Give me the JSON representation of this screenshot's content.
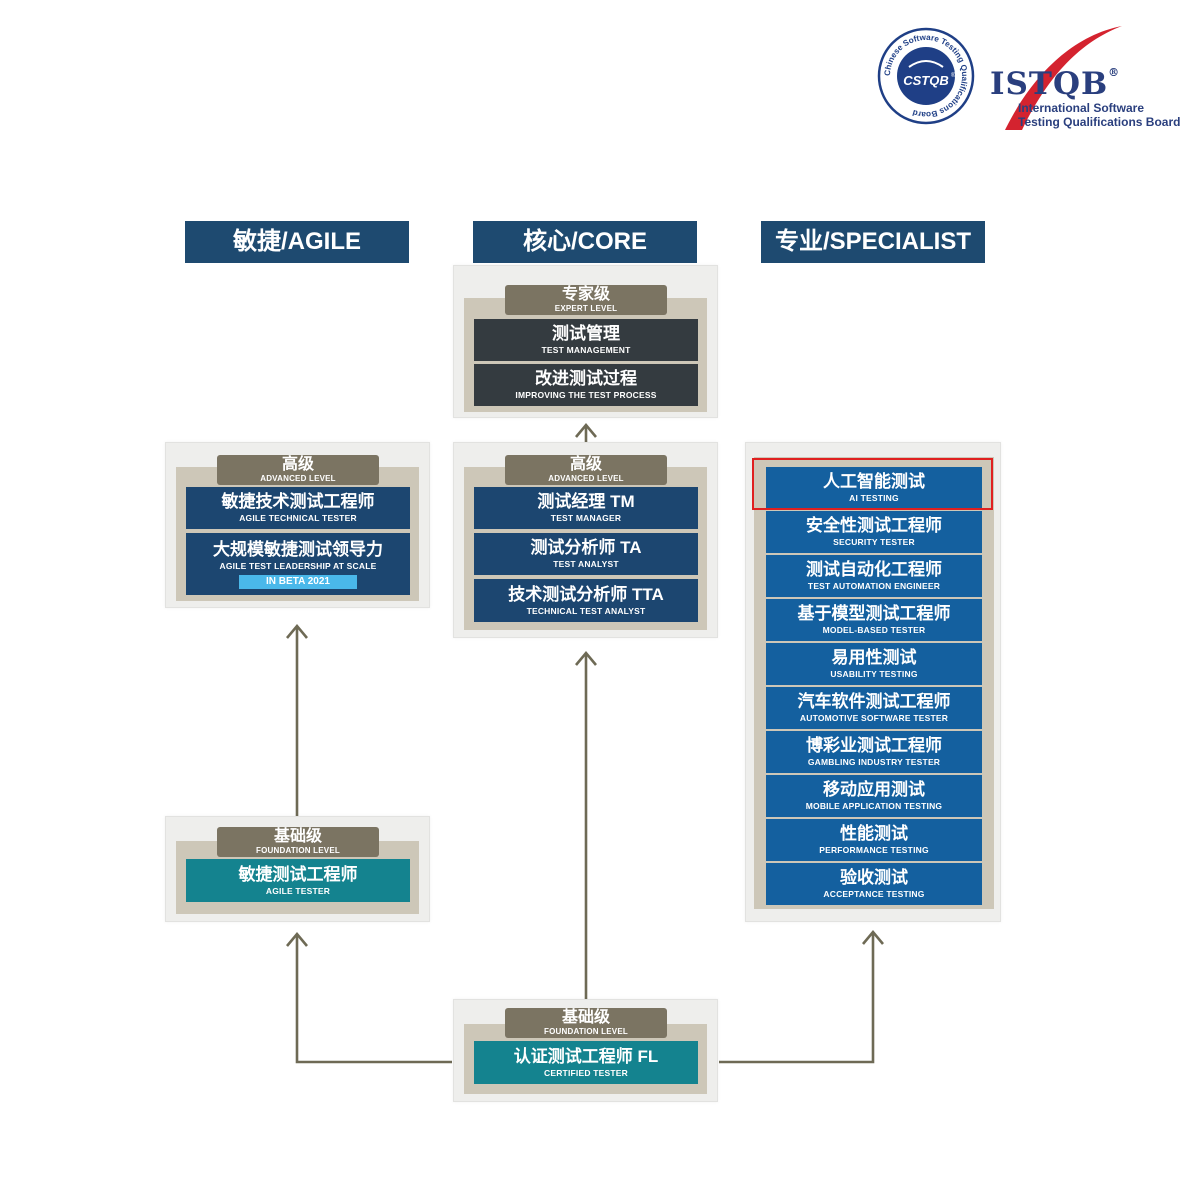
{
  "logos": {
    "cstqb": {
      "ring_text": "Chinese Software Testing Qualifications Board",
      "center_text": "CSTQB",
      "registered": "®"
    },
    "istqb": {
      "name": "ISTQB",
      "registered": "®",
      "line1": "International Software",
      "line2": "Testing Qualifications Board"
    }
  },
  "columns": {
    "agile": "敏捷/AGILE",
    "core": "核心/CORE",
    "specialist": "专业/SPECIALIST"
  },
  "core_expert": {
    "level_zh": "专家级",
    "level_en": "EXPERT LEVEL",
    "items": [
      {
        "zh": "测试管理",
        "en": "TEST MANAGEMENT"
      },
      {
        "zh": "改进测试过程",
        "en": "IMPROVING THE TEST PROCESS"
      }
    ]
  },
  "agile_advanced": {
    "level_zh": "高级",
    "level_en": "ADVANCED LEVEL",
    "items": [
      {
        "zh": "敏捷技术测试工程师",
        "en": "AGILE TECHNICAL TESTER"
      },
      {
        "zh": "大规模敏捷测试领导力",
        "en": "AGILE TEST LEADERSHIP AT SCALE",
        "badge": "IN BETA 2021"
      }
    ]
  },
  "core_advanced": {
    "level_zh": "高级",
    "level_en": "ADVANCED LEVEL",
    "items": [
      {
        "zh": "测试经理 TM",
        "en": "TEST MANAGER"
      },
      {
        "zh": "测试分析师 TA",
        "en": "TEST ANALYST"
      },
      {
        "zh": "技术测试分析师 TTA",
        "en": "TECHNICAL TEST ANALYST"
      }
    ]
  },
  "agile_foundation": {
    "level_zh": "基础级",
    "level_en": "FOUNDATION LEVEL",
    "items": [
      {
        "zh": "敏捷测试工程师",
        "en": "AGILE TESTER"
      }
    ]
  },
  "core_foundation": {
    "level_zh": "基础级",
    "level_en": "FOUNDATION LEVEL",
    "items": [
      {
        "zh": "认证测试工程师 FL",
        "en": "CERTIFIED TESTER"
      }
    ]
  },
  "specialist": {
    "highlight_color": "#e02020",
    "items": [
      {
        "zh": "人工智能测试",
        "en": "AI TESTING"
      },
      {
        "zh": "安全性测试工程师",
        "en": "SECURITY TESTER"
      },
      {
        "zh": "测试自动化工程师",
        "en": "TEST AUTOMATION ENGINEER"
      },
      {
        "zh": "基于模型测试工程师",
        "en": "MODEL-BASED TESTER"
      },
      {
        "zh": "易用性测试",
        "en": "USABILITY TESTING"
      },
      {
        "zh": "汽车软件测试工程师",
        "en": "AUTOMOTIVE SOFTWARE TESTER"
      },
      {
        "zh": "博彩业测试工程师",
        "en": "GAMBLING INDUSTRY TESTER"
      },
      {
        "zh": "移动应用测试",
        "en": "MOBILE APPLICATION TESTING"
      },
      {
        "zh": "性能测试",
        "en": "PERFORMANCE TESTING"
      },
      {
        "zh": "验收测试",
        "en": "ACCEPTANCE TESTING"
      }
    ]
  }
}
